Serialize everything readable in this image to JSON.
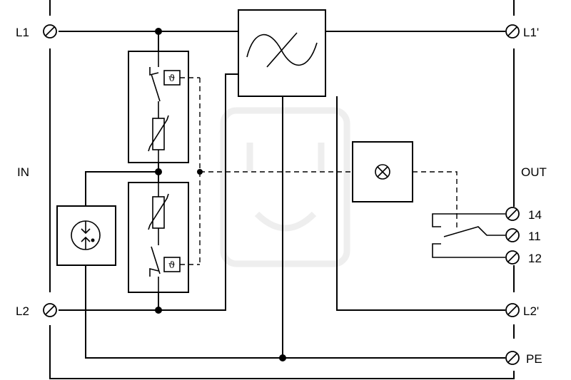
{
  "terminals": {
    "l1": "L1",
    "l2": "L2",
    "l1_out": "L1'",
    "l2_out": "L2'",
    "t14": "14",
    "t11": "11",
    "t12": "12",
    "pe": "PE"
  },
  "sides": {
    "input": "IN",
    "output": "OUT"
  },
  "symbols": {
    "thermal_top": "ϑ",
    "thermal_bottom": "ϑ"
  },
  "icons": {
    "filter": "ac-filter-icon",
    "indicator": "indicator-lamp-icon",
    "gas_discharge": "gas-discharge-tube-icon",
    "varistor": "varistor-icon",
    "thermal_switch": "thermal-disconnector-icon",
    "relay_contact": "changeover-contact-icon",
    "watermark": "plug-watermark-icon"
  }
}
